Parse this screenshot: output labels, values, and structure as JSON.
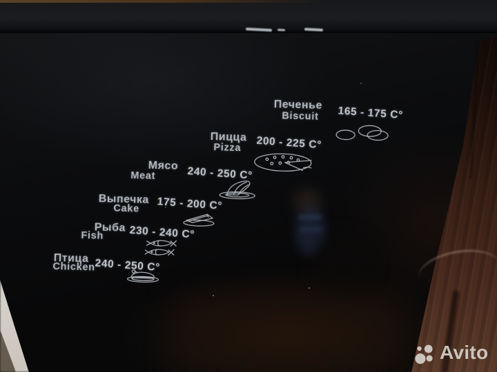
{
  "cooking_guide": {
    "rows": [
      {
        "label_ru": "Печенье",
        "label_en": "Biscuit",
        "temperature": "165 - 175 C°",
        "icon": "biscuits-icon"
      },
      {
        "label_ru": "Пицца",
        "label_en": "Pizza",
        "temperature": "200 - 225 C°",
        "icon": "pizza-icon"
      },
      {
        "label_ru": "Мясо",
        "label_en": "Meat",
        "temperature": "240 - 250 C°",
        "icon": "meat-icon"
      },
      {
        "label_ru": "Выпечка",
        "label_en": "Cake",
        "temperature": "175 - 200 C°",
        "icon": "cake-icon"
      },
      {
        "label_ru": "Рыба",
        "label_en": "Fish",
        "temperature": "230 - 240 C°",
        "icon": "fish-icon"
      },
      {
        "label_ru": "Птица",
        "label_en": "Chicken",
        "temperature": "240 - 250 C°",
        "icon": "chicken-icon"
      }
    ]
  },
  "watermark": {
    "brand": "Avito"
  },
  "colors": {
    "glass": "#0b0b0d",
    "print_text": "#b2b7be",
    "temp_text": "#c1c6cd",
    "wood": "#48291d",
    "edge_white": "#dcd8d2",
    "watermark_text": "#d8d4cf"
  }
}
